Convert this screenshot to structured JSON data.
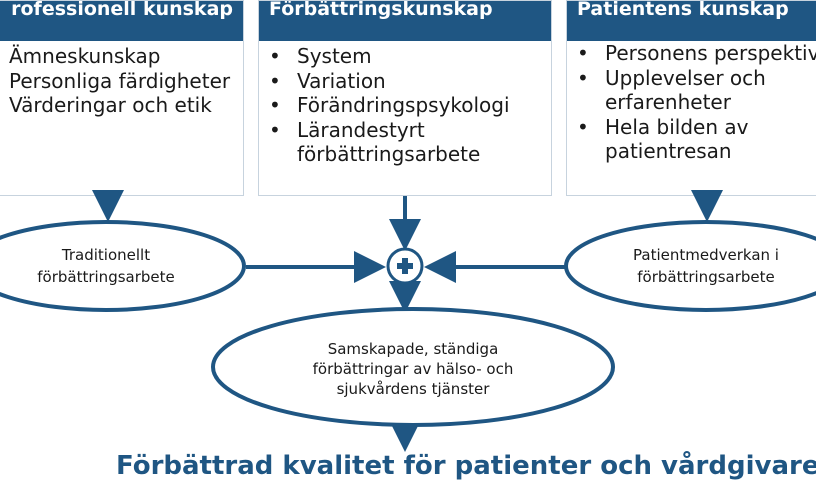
{
  "boxes": {
    "left": {
      "title": "rofessionell kunskap",
      "lines": [
        "Ämneskunskap",
        "Personliga färdigheter",
        "Värderingar och etik"
      ]
    },
    "middle": {
      "title": "Förbättringskunskap",
      "items": [
        "System",
        "Variation",
        "Förändringspsykologi",
        "Lärandestyrt",
        "förbättringsarbete"
      ]
    },
    "right": {
      "title": "Patientens kunskap",
      "items": [
        "Personens perspektiv",
        "Upplevelser och",
        "erfarenheter",
        "Hela bilden av",
        "patientresan"
      ]
    }
  },
  "ellipses": {
    "left": [
      "Traditionellt",
      "förbättringsarbete"
    ],
    "right": [
      "Patientmedverkan i",
      "förbättringsarbete"
    ],
    "center": [
      "Samskapade, ständiga",
      "förbättringar av hälso- och",
      "sjukvårdens tjänster"
    ]
  },
  "footer": "Förbättrad kvalitet för patienter och vårdgivare",
  "colors": {
    "header_bg": "#1f5683",
    "line": "#1f5683",
    "ellipse_stroke": "#1f5683"
  }
}
